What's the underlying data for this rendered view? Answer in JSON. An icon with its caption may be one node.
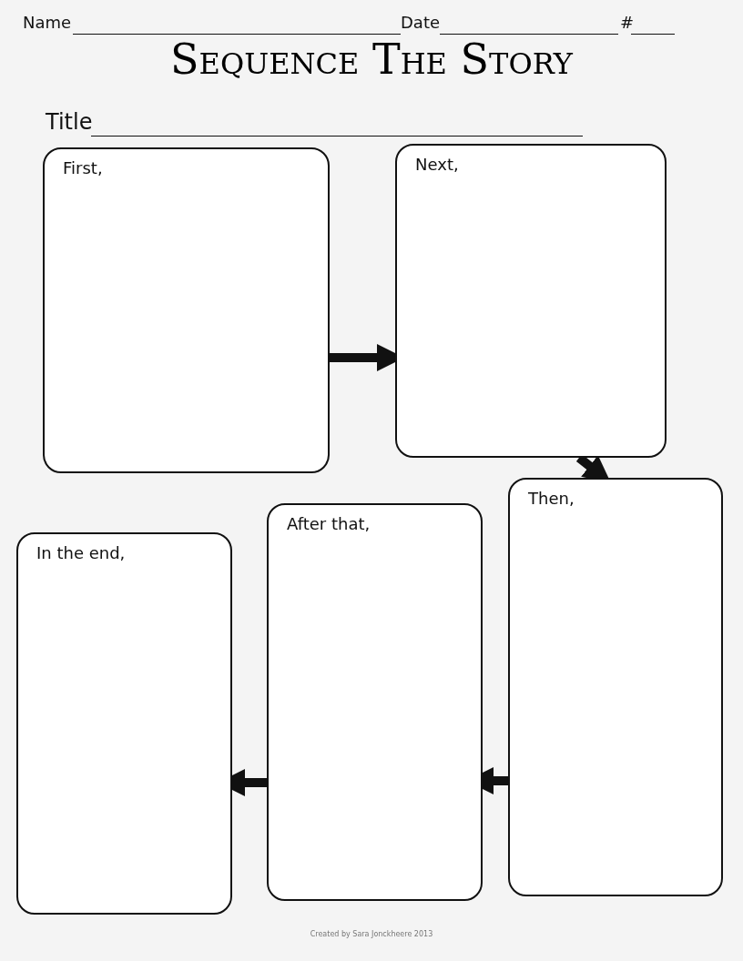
{
  "diagram": {
    "title": "Sequence The Story",
    "caption": "Created by Sara Jonckheere 2013",
    "nodes": [
      {
        "text": [
          "First,"
        ]
      },
      {
        "text": [
          "Next,"
        ]
      },
      {
        "text": [
          "Then,"
        ]
      },
      {
        "text": [
          "After that,"
        ]
      },
      {
        "text": [
          "In the end,"
        ]
      }
    ],
    "edges": [
      {
        "from": 0,
        "to": 1,
        "arrow": "to"
      },
      {
        "from": 1,
        "to": 2,
        "arrow": "to"
      },
      {
        "from": 2,
        "to": 3,
        "arrow": "to"
      },
      {
        "from": 3,
        "to": 4,
        "arrow": "to"
      }
    ],
    "labels": [
      "Name",
      "Date",
      "#",
      "Title"
    ]
  }
}
